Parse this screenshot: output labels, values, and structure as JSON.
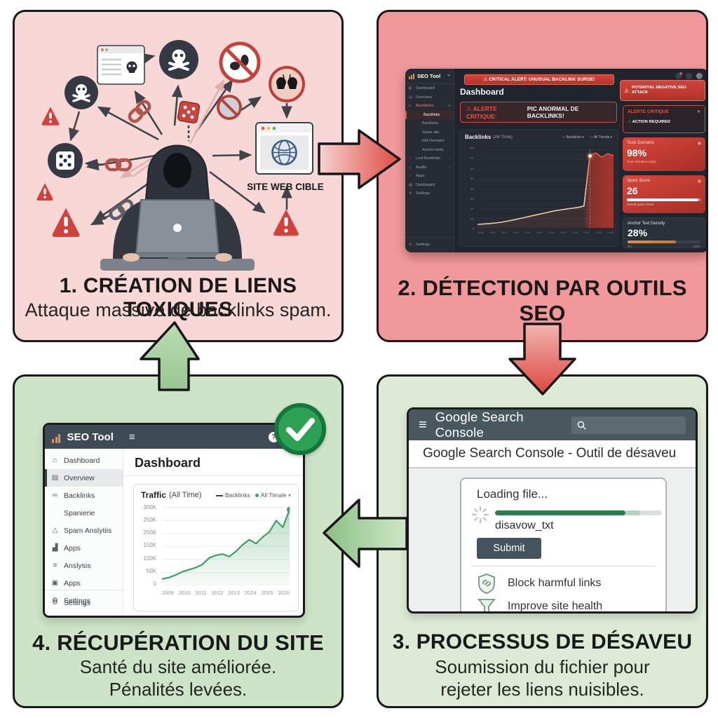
{
  "panel1": {
    "step_title": "1. CRÉATION DE LIENS TOXIQUES",
    "step_subtitle": "Attaque massive de backlinks spam.",
    "target_site_label": "SITE WEB CIBLE"
  },
  "panel2": {
    "step_title": "2. DÉTECTION PAR OUTILS SEO",
    "window": {
      "app_name": "SEO Tool",
      "menu_glyph": "≡",
      "critical_banner": "⚠ CRITICAL ALERT: UNUSUAL BACKLINK SURGE!",
      "page_title": "Dashboard",
      "alert_prefix": "⚠ ALERTE CRITIQUE:",
      "alert_message": "PIC ANORMAL DE BACKLINKS!",
      "attack_badge": "POTENTIAL NEGATIVE SEO ATTACK",
      "warn_glyph": "⚠",
      "chart_header": {
        "title": "Backlinks",
        "subtitle": "(All Time)",
        "legend1": "— Backlinks ▾",
        "legend2": "— All Trends ▾"
      },
      "sidebar": [
        {
          "g": "◧",
          "label": "Dashboard",
          "cls": ""
        },
        {
          "g": "▤",
          "label": "Overview",
          "cls": ""
        },
        {
          "g": "∞",
          "label": "Backlinks",
          "cls": "sec",
          "arr": "▾"
        },
        {
          "g": "",
          "label": "Backlinks",
          "cls": "sub active"
        },
        {
          "g": "",
          "label": "Backlinks",
          "cls": "sub"
        },
        {
          "g": "",
          "label": "Spam site",
          "cls": "sub"
        },
        {
          "g": "",
          "label": "Ref Domains",
          "cls": "sub"
        },
        {
          "g": "",
          "label": "Anchor texts",
          "cls": "sub"
        },
        {
          "g": "◔",
          "label": "Lost Backlinks",
          "cls": "",
          "arr": "›"
        },
        {
          "g": "◇",
          "label": "Audits",
          "cls": "",
          "arr": "›"
        },
        {
          "g": "○",
          "label": "Apps",
          "cls": ""
        },
        {
          "g": "▦",
          "label": "Dashboard",
          "cls": ""
        },
        {
          "g": "⚙",
          "label": "Settings",
          "cls": ""
        }
      ],
      "sidebar_bottom": {
        "g": "⚙",
        "label": "Settings"
      },
      "cards": {
        "alert_title": "ALERTE CRITIQUE",
        "alert_close": "✕",
        "alert_action_glyph": "⚠",
        "alert_action": "ACTION REQUIRED",
        "toxic_title": "Toxic Domains",
        "toxic_value": "98%",
        "toxic_note": "Toxic domains surge",
        "spam_title": "Spam Score",
        "spam_value": "26",
        "spam_note": "Needs quick check",
        "anchor_title": "Anchor Text Density",
        "anchor_value": "28%",
        "anchor_min": "0%",
        "anchor_max": "100%"
      }
    }
  },
  "panel3": {
    "step_title": "3. PROCESSUS DE DÉSAVEU",
    "step_subtitle1": "Soumission du fichier pour",
    "step_subtitle2": "rejeter les liens nuisibles.",
    "window": {
      "menu_glyph": "≡",
      "app_name": "Google Search Console",
      "page_title": "Google Search Console - Outil de désaveu",
      "loading_label": "Loading file...",
      "file_name": "disavow_txt",
      "submit_label": "Submit",
      "feature1": "Block harmful links",
      "feature2": "Improve site health",
      "progress_percent": 78
    }
  },
  "panel4": {
    "step_title": "4. RÉCUPÉRATION DU SITE",
    "step_subtitle1": "Santé du site améliorée.",
    "step_subtitle2": "Pénalités levées.",
    "window": {
      "app_name": "SEO Tool",
      "menu_glyph": "≡",
      "help_glyph": "?",
      "page_title": "Dashboard",
      "chart_header": {
        "title": "Traffic",
        "subtitle": "(All Time)",
        "legend1": "Backlinks",
        "legend2": "All Timale",
        "caret": "▾"
      },
      "sidebar": [
        {
          "g": "⌂",
          "label": "Dashboard",
          "cls": ""
        },
        {
          "g": "▤",
          "label": "Overview",
          "cls": "active"
        },
        {
          "g": "∞",
          "label": "Backlinks",
          "cls": ""
        },
        {
          "g": "∞",
          "label": "Spanierie",
          "cls": "indent"
        },
        {
          "g": "△",
          "label": "Spam Anslytiis",
          "cls": ""
        },
        {
          "g": "▟",
          "label": "Apps",
          "cls": ""
        },
        {
          "g": "≡",
          "label": "Anslysis",
          "cls": ""
        },
        {
          "g": "▣",
          "label": "Apps",
          "cls": ""
        },
        {
          "g": "⚙",
          "label": "Settings",
          "cls": ""
        }
      ],
      "sidebar_bottom": {
        "g": "⚙",
        "label": "Settings"
      }
    }
  },
  "chart_data": [
    {
      "id": "backlinks-surge",
      "type": "line",
      "title": "Backlinks (All Time)",
      "legend": [
        "Backlinks",
        "All Trends"
      ],
      "ylabel": "Backlinks",
      "ylim": [
        0,
        9000
      ],
      "yticks": [
        "8K",
        "7K",
        "6K",
        "5K",
        "4K",
        "3K",
        "2K",
        "1K",
        "0"
      ],
      "xticks": [
        "2008",
        "2009",
        "2010",
        "2011",
        "2013",
        "2014",
        "2015",
        "2016",
        "2018",
        "2020",
        "2023",
        "2025"
      ],
      "values": [
        400,
        450,
        500,
        560,
        640,
        760,
        900,
        1050,
        1200,
        1350,
        1500,
        1650,
        1800,
        1950,
        2050,
        2150,
        2250,
        2350,
        2500,
        8300,
        8600,
        8100,
        8500,
        8300
      ],
      "annotation": "abnormal spike highlighted in red with dashed marker line"
    },
    {
      "id": "traffic-recovery",
      "type": "line",
      "title": "Traffic (All Time)",
      "legend": [
        "Backlinks",
        "All Timale"
      ],
      "ylabel": "Traffic",
      "ylim": [
        0,
        300000
      ],
      "yticks": [
        "300K",
        "250K",
        "200K",
        "150K",
        "100K",
        "50K",
        "0"
      ],
      "xticks": [
        "2009",
        "2010",
        "2011",
        "2012",
        "2013",
        "2024",
        "2025",
        "2020"
      ],
      "values_k": [
        25,
        30,
        40,
        52,
        60,
        68,
        80,
        105,
        115,
        120,
        110,
        130,
        155,
        175,
        160,
        185,
        205,
        248,
        222,
        290
      ],
      "annotation": "steady recovery, end point marked with green dot"
    }
  ]
}
